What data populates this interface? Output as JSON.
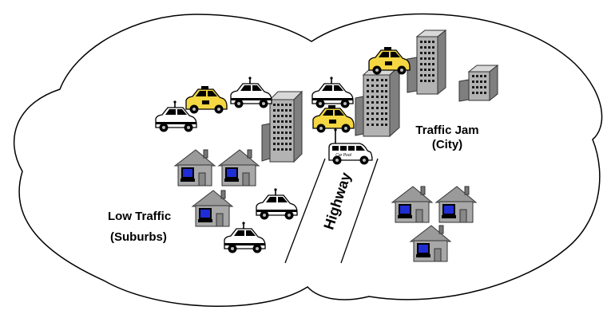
{
  "labels": {
    "suburbs_line1": "Low Traffic",
    "suburbs_line2": "(Suburbs)",
    "city_line1": "Traffic Jam",
    "city_line2": "(City)",
    "highway": "Highway"
  },
  "vehicle_text": {
    "car_pool": "Car Pool"
  },
  "colors": {
    "taxi": "#f5d742",
    "car": "#ffffff",
    "building": "#b3b3b3",
    "house_screen": "#1f2dd6"
  },
  "icons": [
    "cloud-outline",
    "car-icon",
    "taxi-icon",
    "van-icon",
    "building-icon",
    "house-icon",
    "antenna-icon"
  ]
}
